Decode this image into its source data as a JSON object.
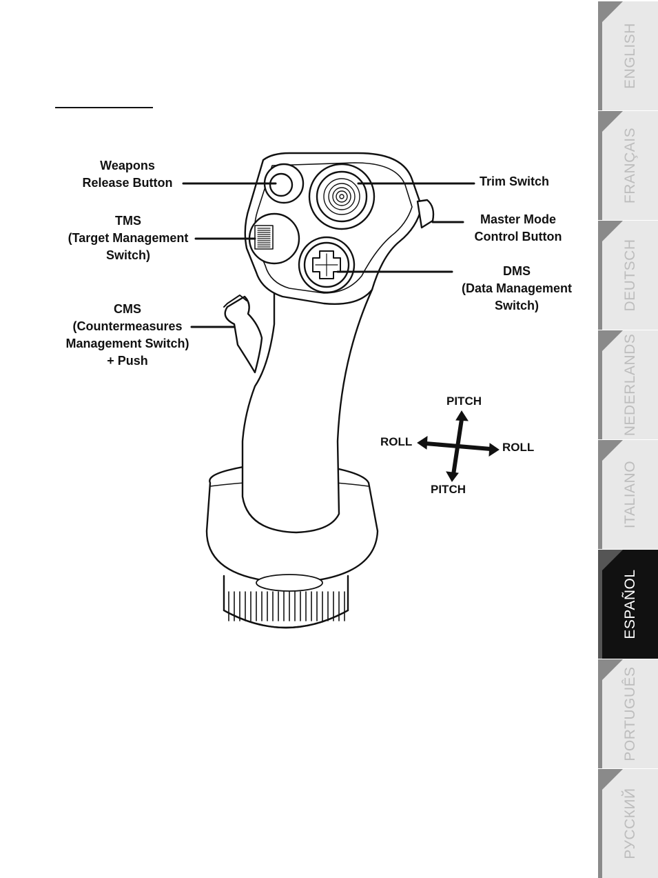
{
  "labels": {
    "weapons_release": [
      "Weapons",
      "Release Button"
    ],
    "tms": [
      "TMS",
      "(Target Management",
      "Switch)"
    ],
    "cms": [
      "CMS",
      "(Countermeasures",
      "Management Switch)",
      "+ Push"
    ],
    "trim_switch": "Trim Switch",
    "master_mode": [
      "Master Mode",
      "Control Button"
    ],
    "dms": [
      "DMS",
      "(Data Management",
      "Switch)"
    ]
  },
  "axes": {
    "pitch_top": "PITCH",
    "pitch_bottom": "PITCH",
    "roll_left": "ROLL",
    "roll_right": "ROLL"
  },
  "language_tabs": [
    {
      "label": "ENGLISH",
      "active": false
    },
    {
      "label": "FRANÇAIS",
      "active": false
    },
    {
      "label": "DEUTSCH",
      "active": false
    },
    {
      "label": "NEDERLANDS",
      "active": false
    },
    {
      "label": "ITALIANO",
      "active": false
    },
    {
      "label": "ESPAÑOL",
      "active": true
    },
    {
      "label": "PORTUGUÊS",
      "active": false
    },
    {
      "label": "РУССКИЙ",
      "active": false
    }
  ]
}
